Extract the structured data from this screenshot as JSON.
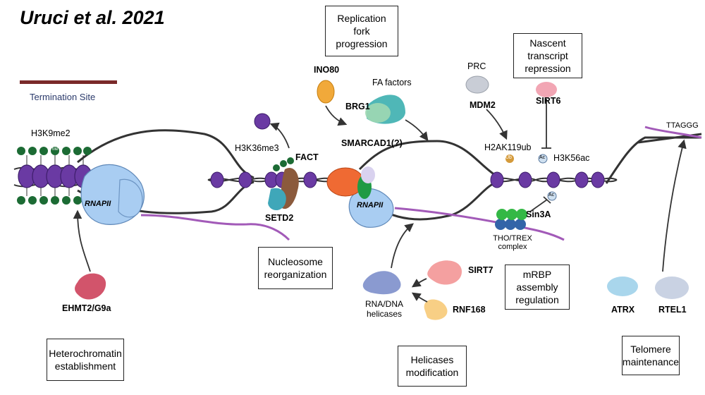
{
  "title": "Uruci et al. 2021",
  "legend": {
    "termination_site": "Termination Site"
  },
  "boxes": {
    "replication_fork": "Replication fork progression",
    "nascent_transcript": "Nascent transcript repression",
    "nucleosome_reorg": "Nucleosome reorganization",
    "heterochromatin": "Heterochromatin establishment",
    "helicases_mod": "Helicases modification",
    "mrbp": "mRBP assembly regulation",
    "telomere": "Telomere maintenance"
  },
  "labels": {
    "h3k9me2": "H3K9me2",
    "ehmt2": "EHMT2/G9a",
    "h3k36me3": "H3K36me3",
    "fact": "FACT",
    "setd2": "SETD2",
    "ino80": "INO80",
    "brg1": "BRG1",
    "fa_factors": "FA factors",
    "smarcad1": "SMARCAD1(?)",
    "prc": "PRC",
    "mdm2": "MDM2",
    "h2ak119ub": "H2AK119ub",
    "sirt6": "SIRT6",
    "h3k56ac": "H3K56ac",
    "sin3a": "Sin3A",
    "tho_trex": "THO/TREX complex",
    "rna_dna_helicases": "RNA/DNA helicases",
    "sirt7": "SIRT7",
    "rnf168": "RNF168",
    "atrx": "ATRX",
    "rtel1": "RTEL1",
    "ttaggg": "TTAGGG",
    "rnapii_1": "RNAPII",
    "rnapii_2": "RNAPII",
    "me_mark": "Me",
    "ub_mark": "Ub",
    "ac_mark": "Ac"
  },
  "colors": {
    "nucleosome": "#6a3aa3",
    "rnapii": "#a9cdf2",
    "rna_strand": "#a25ab8",
    "me_mark": "#1c6b34",
    "ehmt2": "#d2546b",
    "ino80": "#f1a93a",
    "brg1": "#9fd8b3",
    "fa_factors": "#4fb7b7",
    "smarcad1": "#ef6a33",
    "prc": "#c9cdd6",
    "sirt6": "#f2a6b4",
    "sirt7": "#f4a0a0",
    "rnf168": "#f8cf85",
    "helicases": "#8a9ad0",
    "atrx": "#a9d6ec",
    "rtel1": "#c9d2e3",
    "setd2": "#3fa7b9",
    "fact": "#8b5a3c",
    "legend_bar": "#7a2a2a"
  }
}
